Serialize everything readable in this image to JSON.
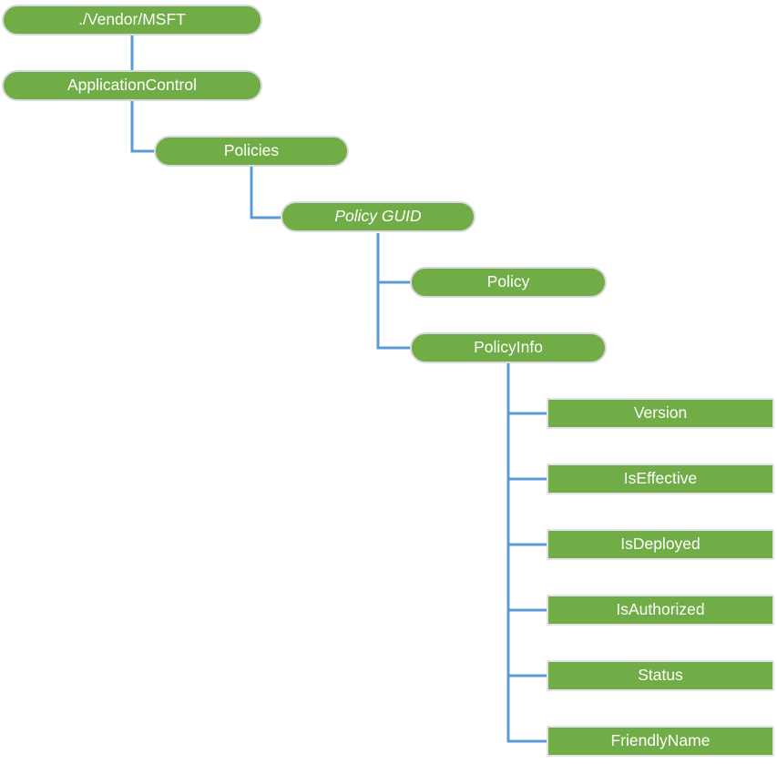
{
  "colors": {
    "node_fill": "#70AD47",
    "node_border": "#D9D9D9",
    "node_text": "#FFFFFF",
    "connector": "#5B9BD5",
    "background": "#FFFFFF"
  },
  "diagram": {
    "type": "tree",
    "nodes": [
      {
        "label": "./Vendor/MSFT",
        "shape": "pill",
        "level": 0
      },
      {
        "label": "ApplicationControl",
        "shape": "pill",
        "level": 1
      },
      {
        "label": "Policies",
        "shape": "pill",
        "level": 2
      },
      {
        "label": "Policy GUID",
        "shape": "pill",
        "level": 3,
        "emphasis": "italic"
      },
      {
        "label": "Policy",
        "shape": "pill",
        "level": 4
      },
      {
        "label": "PolicyInfo",
        "shape": "pill",
        "level": 4
      },
      {
        "label": "Version",
        "shape": "rect",
        "level": 5
      },
      {
        "label": "IsEffective",
        "shape": "rect",
        "level": 5
      },
      {
        "label": "IsDeployed",
        "shape": "rect",
        "level": 5
      },
      {
        "label": "IsAuthorized",
        "shape": "rect",
        "level": 5
      },
      {
        "label": "Status",
        "shape": "rect",
        "level": 5
      },
      {
        "label": "FriendlyName",
        "shape": "rect",
        "level": 5
      }
    ]
  }
}
